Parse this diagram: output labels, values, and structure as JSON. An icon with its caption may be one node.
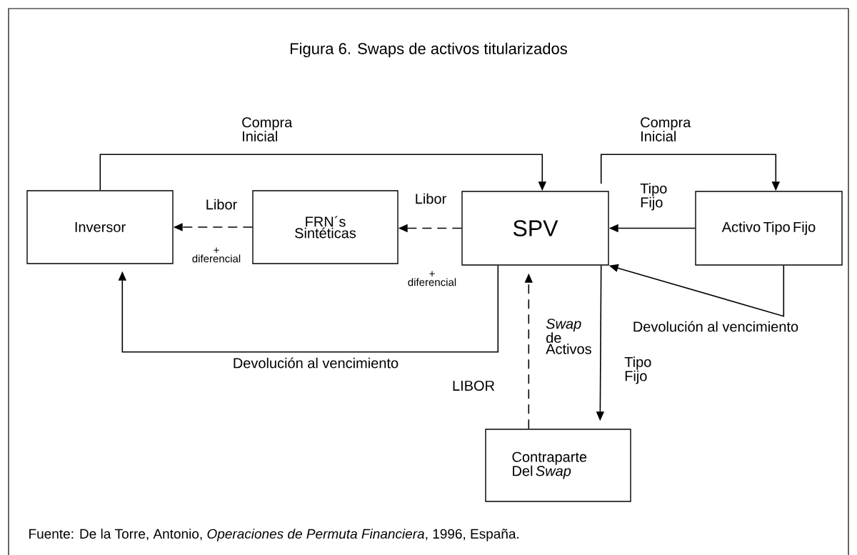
{
  "diagram": {
    "title": "Figura 6. Swaps de activos titularizados",
    "caption": "Fuente: De la Torre, Antonio, *Operaciones de Permuta Financiera*, 1996, España.",
    "nodes": [
      {
        "text": [
          "Inversor"
        ]
      },
      {
        "text": [
          "FRN´s Sintéticas"
        ]
      },
      {
        "text": [
          "SPV"
        ]
      },
      {
        "text": [
          "Activo Tipo Fijo"
        ]
      },
      {
        "text": [
          "Contraparte Del *Swap*"
        ]
      }
    ],
    "edges": [
      {
        "from": 0,
        "to": 2,
        "arrow": "to",
        "label": "Compra Inicial"
      },
      {
        "from": 2,
        "to": 1,
        "arrow": "to",
        "label": "Libor",
        "style": "dashed"
      },
      {
        "from": 1,
        "to": 0,
        "arrow": "to",
        "label": "Libor",
        "style": "dashed"
      },
      {
        "from": 3,
        "to": 2,
        "arrow": "to",
        "label": "Tipo Fijo"
      },
      {
        "from": 2,
        "to": 3,
        "arrow": "to",
        "label": "Compra Inicial"
      },
      {
        "from": 3,
        "to": 2,
        "arrow": "to",
        "label": "Devolución al vencimiento"
      },
      {
        "from": 2,
        "to": 0,
        "arrow": "to",
        "label": "Devolución al vencimiento"
      },
      {
        "from": 4,
        "to": 2,
        "arrow": "to",
        "label": "LIBOR",
        "style": "dashed"
      },
      {
        "from": 2,
        "to": 4,
        "arrow": "to",
        "label": "Tipo Fijo"
      }
    ],
    "labels": [
      "+ diferencial",
      "+ diferencial",
      "*Swap* de Activos"
    ]
  }
}
